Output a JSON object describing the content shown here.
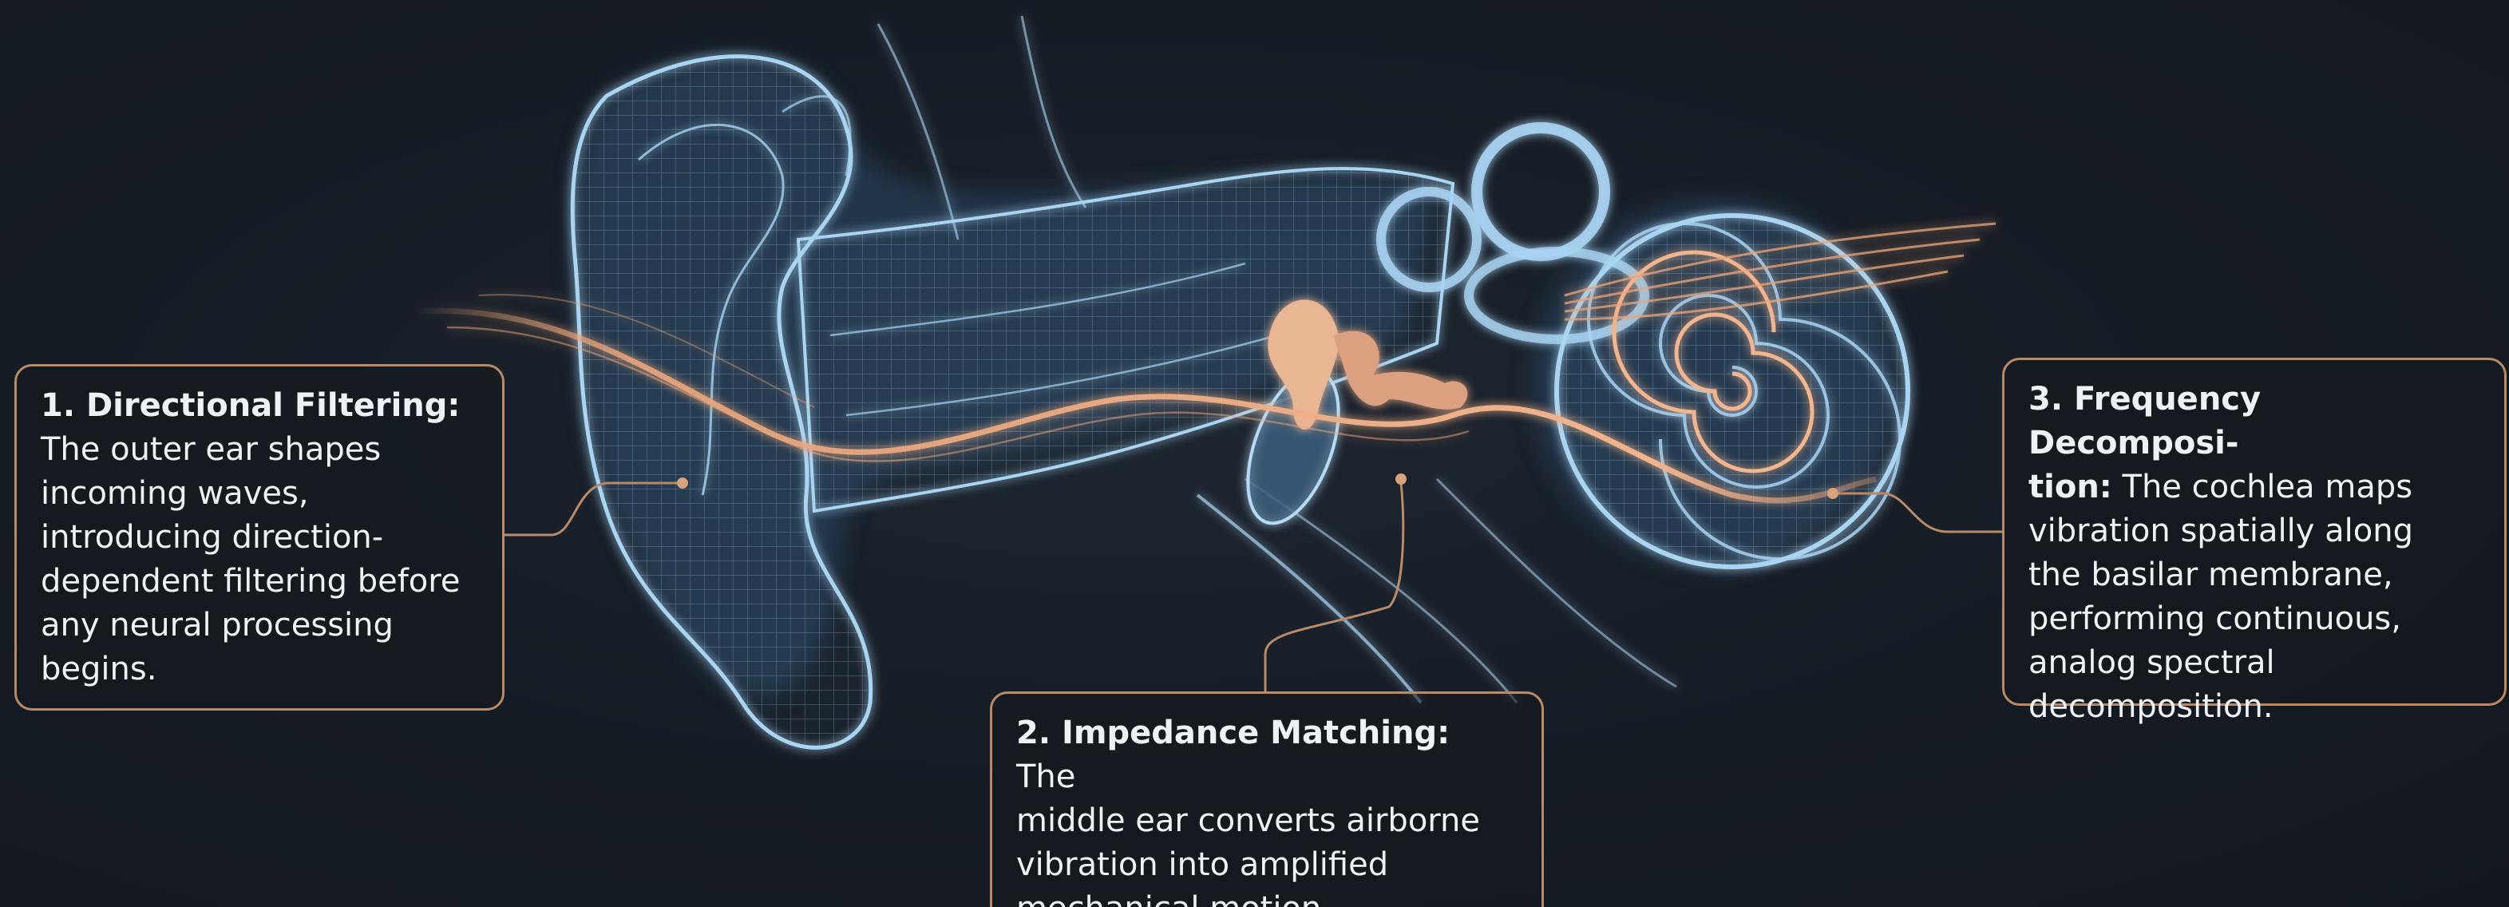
{
  "callouts": [
    {
      "heading": "1. Directional Filtering:",
      "lines": [
        "The outer ear shapes",
        "incoming waves,",
        "introducing direction-",
        "dependent filtering before",
        "any neural processing",
        "begins."
      ]
    },
    {
      "heading": "2. Impedance Matching:",
      "heading_tail": " The",
      "lines": [
        "middle ear converts airborne",
        "vibration into amplified",
        "mechanical motion."
      ]
    },
    {
      "heading": "3. Frequency Decomposi-",
      "heading2": "tion:",
      "heading2_tail": " The cochlea maps",
      "lines": [
        "vibration spatially along",
        "the basilar membrane,",
        "performing continuous,",
        "analog spectral",
        "decomposition."
      ]
    }
  ],
  "colors": {
    "background": "#161c24",
    "wireframe": "#9ecbea",
    "wave": "#e9a57c",
    "ossicles": "#f1c3a0",
    "callout_border": "#b88a68",
    "text": "#eef2f6"
  }
}
